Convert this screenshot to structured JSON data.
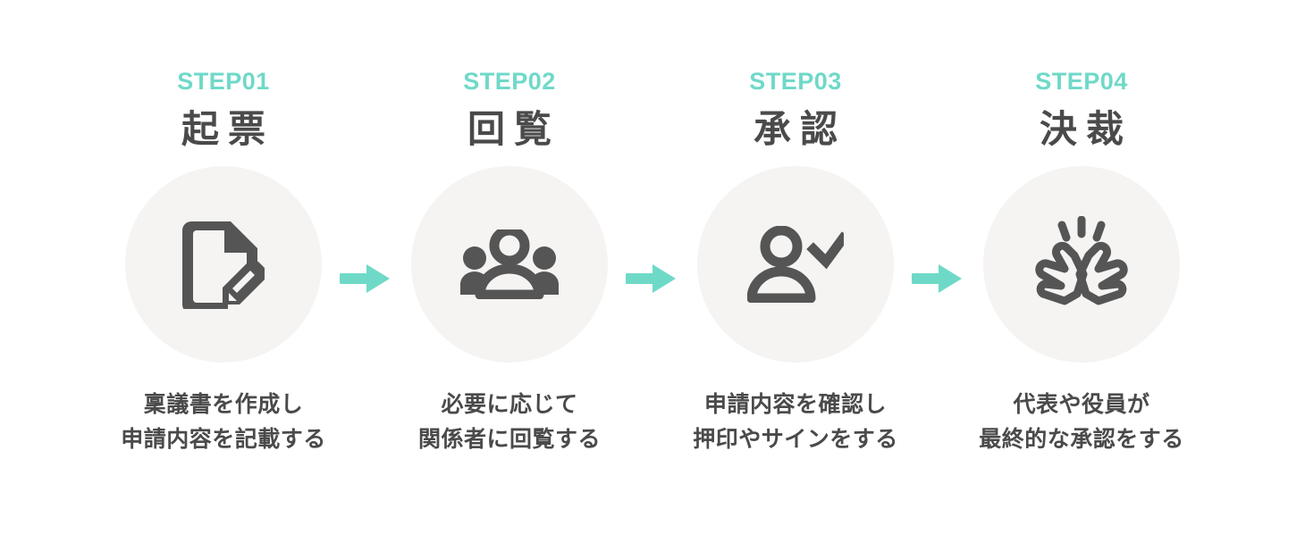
{
  "theme": {
    "accent": "#6FD9C8",
    "icon_color": "#555555",
    "circle_bg": "#F5F4F2",
    "text_color": "#4A4A4A",
    "page_bg": "#FFFFFF"
  },
  "flow": {
    "arrow_icon": "arrow-right-icon",
    "steps": [
      {
        "step_label": "STEP01",
        "title": "起票",
        "icon": "document-edit-icon",
        "caption_line1": "稟議書を作成し",
        "caption_line2": "申請内容を記載する"
      },
      {
        "step_label": "STEP02",
        "title": "回覧",
        "icon": "people-group-icon",
        "caption_line1": "必要に応じて",
        "caption_line2": "関係者に回覧する"
      },
      {
        "step_label": "STEP03",
        "title": "承認",
        "icon": "person-check-icon",
        "caption_line1": "申請内容を確認し",
        "caption_line2": "押印やサインをする"
      },
      {
        "step_label": "STEP04",
        "title": "決裁",
        "icon": "clapping-hands-icon",
        "caption_line1": "代表や役員が",
        "caption_line2": "最終的な承認をする"
      }
    ]
  }
}
